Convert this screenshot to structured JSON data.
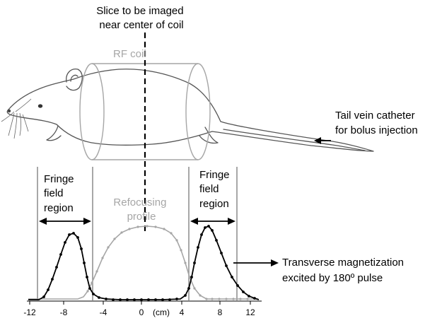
{
  "colors": {
    "text": "#000000",
    "coil": "#a6a6a6",
    "refocusing": "#a6a6a6",
    "magnetization": "#000000",
    "bounds": "#8c8c8c",
    "rat": "#555555"
  },
  "labels": {
    "slice": [
      "Slice to be imaged",
      "near center of coil"
    ],
    "rf_coil": "RF coil",
    "tail_vein": [
      "Tail vein catheter",
      "for bolus injection"
    ],
    "fringe_left": [
      "Fringe",
      "field",
      "region"
    ],
    "fringe_right": [
      "Fringe",
      "field",
      "region"
    ],
    "refocusing": [
      "Refocusing",
      "profile"
    ],
    "transverse": [
      "Transverse magnetization",
      "excited by 180º pulse"
    ]
  },
  "axis": {
    "unit_label": "(cm)",
    "ticks": [
      "-12",
      "-8",
      "-4",
      "0",
      "4",
      "8",
      "12"
    ]
  },
  "icons": {
    "rat": "rat-illustration",
    "coil": "cylinder-coil"
  }
}
